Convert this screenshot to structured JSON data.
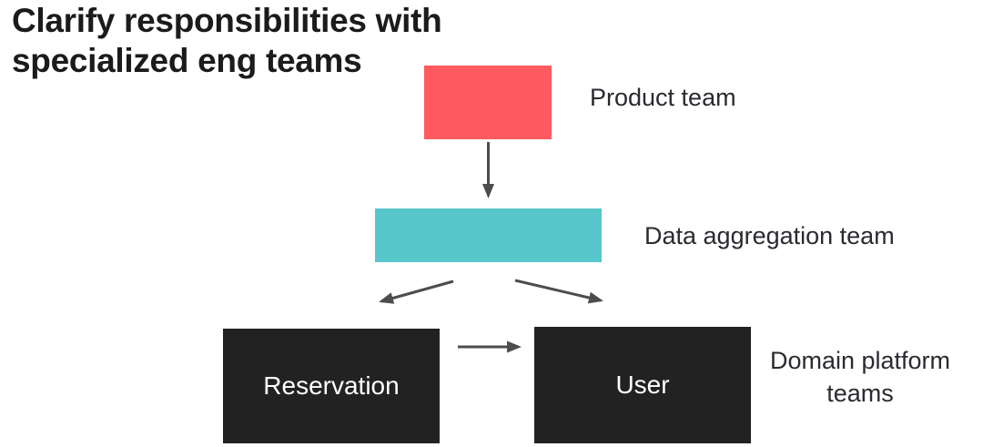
{
  "title": "Clarify responsibilities with\nspecialized eng teams",
  "colors": {
    "background": "#ffffff",
    "title_text": "#1b1b1b",
    "label_text": "#2a2a30",
    "arrow": "#4d4d4d"
  },
  "nodes": {
    "product": {
      "label": "Product team",
      "fill": "#ff5a5f"
    },
    "aggregation": {
      "label": "Data aggregation team",
      "fill": "#58c7cb"
    },
    "reservation": {
      "label": "Reservation",
      "fill": "#222222",
      "text_color": "#ffffff"
    },
    "user": {
      "label": "User",
      "fill": "#222222",
      "text_color": "#ffffff"
    },
    "domain_group": {
      "label": "Domain platform\nteams"
    }
  },
  "connections": [
    {
      "from": "Product team",
      "to": "Data aggregation team"
    },
    {
      "from": "Data aggregation team",
      "to": "Reservation"
    },
    {
      "from": "Data aggregation team",
      "to": "User"
    },
    {
      "from": "Reservation",
      "to": "User"
    }
  ]
}
